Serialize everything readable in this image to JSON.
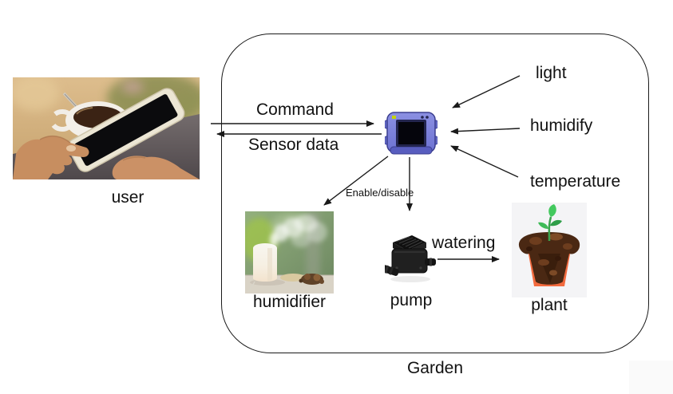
{
  "diagram": {
    "container_label": "Garden",
    "user_label": "user",
    "flows": {
      "command": "Command",
      "sensor_data": "Sensor data",
      "enable_disable": "Enable/disable",
      "watering": "watering"
    },
    "sensors": {
      "light": "light",
      "humidify": "humidify",
      "temperature": "temperature"
    },
    "actuators": {
      "humidifier": "humidifier",
      "pump": "pump",
      "plant": "plant"
    },
    "icons": {
      "user": "user-photo",
      "controller": "microcontroller-device-icon",
      "humidifier": "humidifier-photo",
      "pump": "water-pump-photo",
      "plant": "potted-plant-icon"
    },
    "colors": {
      "arrow": "#1a1a1a",
      "border": "#1a1a1a",
      "device_body": "#7b80d8",
      "device_screen": "#05050c",
      "pot_orange": "#f26a3e",
      "soil_brown": "#4a2813",
      "leaf_green": "#3fbb58",
      "background": "#ffffff"
    }
  }
}
